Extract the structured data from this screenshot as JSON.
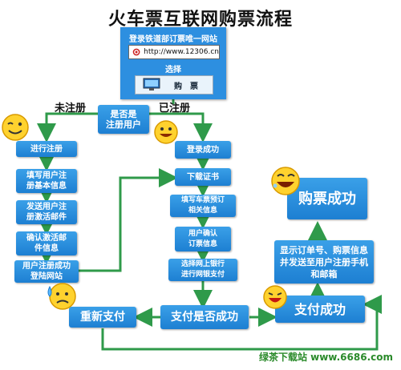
{
  "title": "火车票互联网购票流程",
  "website": {
    "header": "登录铁道部订票唯一网站",
    "url": "http://www.12306.cn",
    "select_label": "选择",
    "buy_button_label": "购　票"
  },
  "labels": {
    "unregistered": "未注册",
    "registered": "已注册"
  },
  "decision_registered": "是否是\n注册用户",
  "left_flow": [
    "进行注册",
    "填写用户注\n册基本信息",
    "发送用户注\n册激活邮件",
    "确认激活邮\n件信息",
    "用户注册成功\n登陆网站"
  ],
  "middle_flow": [
    "登录成功",
    "下载证书",
    "填写车票预订\n相关信息",
    "用户确认\n订票信息",
    "选择网上银行\n进行网银支付"
  ],
  "decision_payment": "支付是否成功",
  "repay": "重新支付",
  "pay_success": "支付成功",
  "order_info": "显示订单号、购票信息\n并发送至用户注册手机\n和邮箱",
  "purchase_success": "购票成功",
  "footer_watermark": "绿茶下载站 www.6686.com"
}
